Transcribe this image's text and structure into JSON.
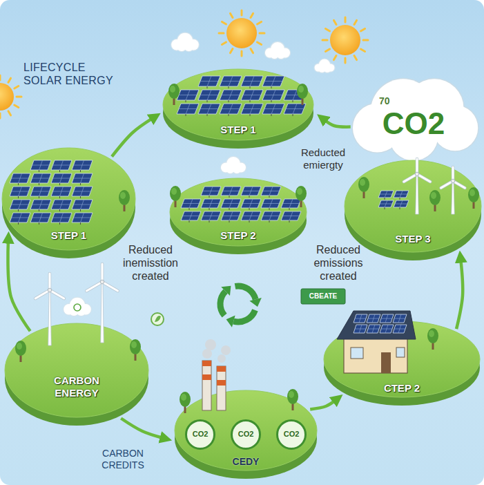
{
  "diagram": {
    "title": "LIFECYCLE SOLAR ENERGY",
    "nodes": [
      {
        "text": [
          "STEP 1"
        ]
      },
      {
        "text": [
          "70",
          "CO2"
        ]
      },
      {
        "text": [
          "STEP 1"
        ]
      },
      {
        "text": [
          "STEP 2"
        ]
      },
      {
        "text": [
          "STEP 3"
        ]
      },
      {
        "text": [
          "CBEATE"
        ]
      },
      {
        "text": [
          "CARBON ENERGY"
        ]
      },
      {
        "text": [
          "CTEP 2"
        ]
      },
      {
        "text": [
          "CEDY"
        ]
      },
      {
        "text": [
          "CO2"
        ],
        "in": 8
      },
      {
        "text": [
          "CO2"
        ],
        "in": 8
      },
      {
        "text": [
          "CO2"
        ],
        "in": 8
      }
    ],
    "edges": [
      {
        "from": 2,
        "to": 0,
        "arrow": "to"
      },
      {
        "from": 1,
        "to": 0,
        "arrow": "to"
      },
      {
        "from": 7,
        "to": 4,
        "arrow": "to"
      },
      {
        "from": 8,
        "to": 7,
        "arrow": "to"
      },
      {
        "from": 6,
        "to": 8,
        "arrow": "to"
      },
      {
        "from": 6,
        "to": 2,
        "arrow": "to"
      }
    ],
    "labels": [
      "Reducted emiergty",
      "Reduced inemisstion created",
      "Reduced emissions created",
      "CARBON CREDITS"
    ]
  }
}
